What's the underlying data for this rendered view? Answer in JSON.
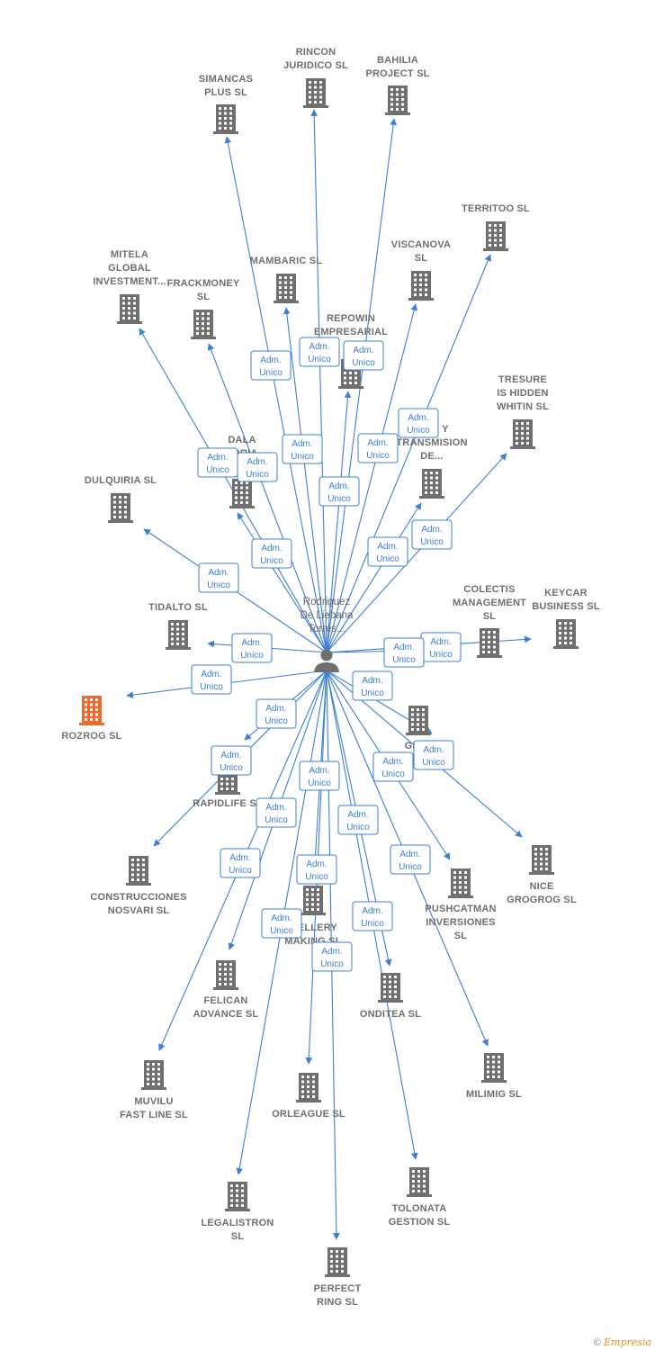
{
  "center": {
    "label_lines": [
      "Rodriguez",
      "De Liebana",
      "Torres..."
    ]
  },
  "relation_label": [
    "Adm.",
    "Unico"
  ],
  "colors": {
    "edge": "#3d7fd6",
    "building": "#6f6f6f",
    "highlight": "#f2672e"
  },
  "nodes": [
    {
      "id": "simancas",
      "lines": [
        "SIMANCAS",
        "PLUS  SL"
      ]
    },
    {
      "id": "rincon",
      "lines": [
        "RINCON",
        "JURIDICO SL"
      ]
    },
    {
      "id": "bahilia",
      "lines": [
        "BAHILIA",
        "PROJECT  SL"
      ]
    },
    {
      "id": "territoo",
      "lines": [
        "TERRITOO  SL"
      ]
    },
    {
      "id": "mitela",
      "lines": [
        "MITELA",
        "GLOBAL",
        "INVESTMENT..."
      ]
    },
    {
      "id": "frackmoney",
      "lines": [
        "FRACKMONEY",
        "SL"
      ]
    },
    {
      "id": "mambaric",
      "lines": [
        "MAMBARIC  SL"
      ]
    },
    {
      "id": "viscanova",
      "lines": [
        "VISCANOVA",
        "SL"
      ]
    },
    {
      "id": "repowin",
      "lines": [
        "REPOWIN",
        "EMPRESARIAL"
      ]
    },
    {
      "id": "tresure",
      "lines": [
        "TRESURE",
        "IS HIDDEN",
        "WHITIN  SL"
      ]
    },
    {
      "id": "dala",
      "lines": [
        "DALA",
        "TORIA",
        "A..."
      ]
    },
    {
      "id": "transmision",
      "lines": [
        "...ON Y",
        "TRANSMISION",
        "DE..."
      ]
    },
    {
      "id": "dulquiria",
      "lines": [
        "DULQUIRIA  SL"
      ]
    },
    {
      "id": "colectis",
      "lines": [
        "COLECTIS",
        "MANAGEMENT",
        "SL"
      ]
    },
    {
      "id": "keycar",
      "lines": [
        "KEYCAR",
        "BUSINESS  SL"
      ]
    },
    {
      "id": "tidalto",
      "lines": [
        "TIDALTO  SL"
      ]
    },
    {
      "id": "rozrog",
      "lines": [
        "ROZROG  SL"
      ],
      "highlight": true
    },
    {
      "id": "gest",
      "lines": [
        "GEST",
        "..."
      ]
    },
    {
      "id": "rapidlife",
      "lines": [
        "RAPIDLIFE  SL"
      ]
    },
    {
      "id": "nice",
      "lines": [
        "NICE",
        "GROGROG  SL"
      ]
    },
    {
      "id": "construcciones",
      "lines": [
        "CONSTRUCCIONES",
        "NOSVARI SL"
      ]
    },
    {
      "id": "pushcatman",
      "lines": [
        "PUSHCATMAN",
        "INVERSIONES",
        "SL"
      ]
    },
    {
      "id": "jewellery",
      "lines": [
        "...ELLERY",
        "MAKING  SL"
      ]
    },
    {
      "id": "felican",
      "lines": [
        "FELICAN",
        "ADVANCE  SL"
      ]
    },
    {
      "id": "onditea",
      "lines": [
        "ONDITEA  SL"
      ]
    },
    {
      "id": "milimig",
      "lines": [
        "MILIMIG  SL"
      ]
    },
    {
      "id": "muvilu",
      "lines": [
        "MUVILU",
        "FAST LINE  SL"
      ]
    },
    {
      "id": "orleague",
      "lines": [
        "ORLEAGUE  SL"
      ]
    },
    {
      "id": "legalistron",
      "lines": [
        "LEGALISTRON",
        "SL"
      ]
    },
    {
      "id": "tolonata",
      "lines": [
        "TOLONATA",
        "GESTION  SL"
      ]
    },
    {
      "id": "perfect",
      "lines": [
        "PERFECT",
        "RING  SL"
      ]
    }
  ],
  "footer": {
    "copyright": "©",
    "brand": "Empresia"
  }
}
